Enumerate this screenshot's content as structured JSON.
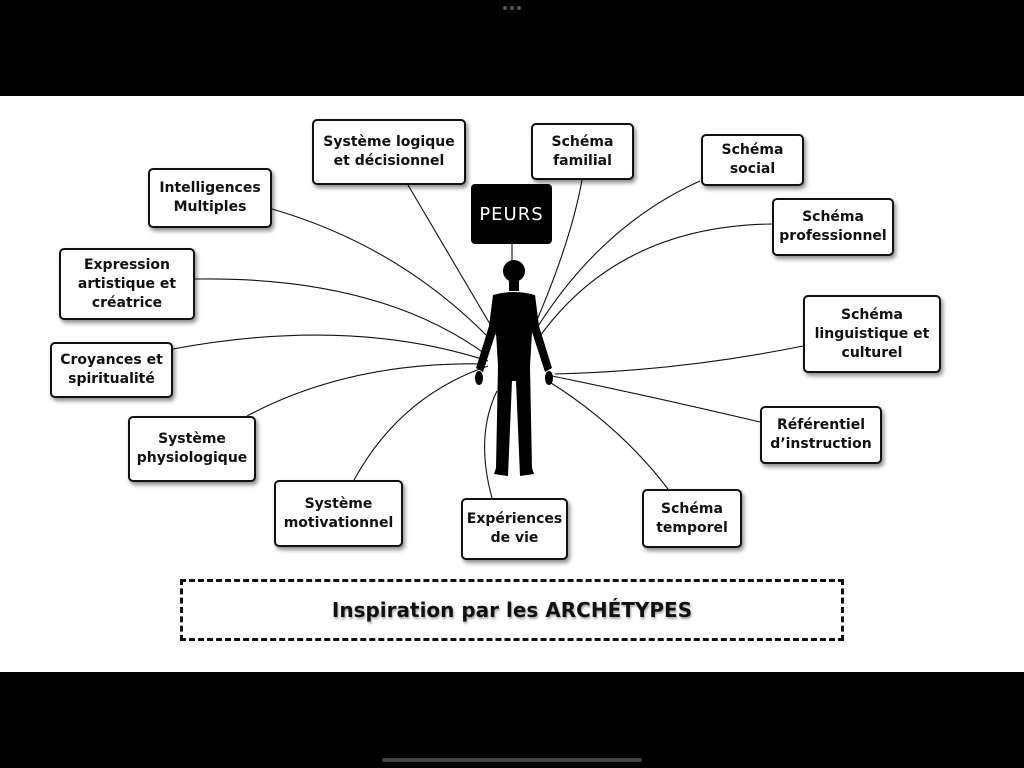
{
  "center_label": "PEURS",
  "banner_title": "Inspiration par les ARCHÉTYPES",
  "nodes": [
    {
      "id": "n0",
      "label": "Système logique\net décisionnel"
    },
    {
      "id": "n1",
      "label": "Schéma\nfamilial"
    },
    {
      "id": "n2",
      "label": "Schéma\nsocial"
    },
    {
      "id": "n3",
      "label": "Intelligences\nMultiples"
    },
    {
      "id": "n4",
      "label": "Schéma\nprofessionnel"
    },
    {
      "id": "n5",
      "label": "Expression\nartistique et\ncréatrice"
    },
    {
      "id": "n6",
      "label": "Schéma\nlinguistique et\nculturel"
    },
    {
      "id": "n7",
      "label": "Croyances et\nspiritualité"
    },
    {
      "id": "n8",
      "label": "Référentiel\nd’instruction"
    },
    {
      "id": "n9",
      "label": "Système\nphysiologique"
    },
    {
      "id": "n10",
      "label": "Système\nmotivationnel"
    },
    {
      "id": "n11",
      "label": "Expériences\nde vie"
    },
    {
      "id": "n12",
      "label": "Schéma\ntemporel"
    }
  ],
  "colors": {
    "background": "#ffffff",
    "frame": "#000000",
    "ink": "#111111"
  }
}
